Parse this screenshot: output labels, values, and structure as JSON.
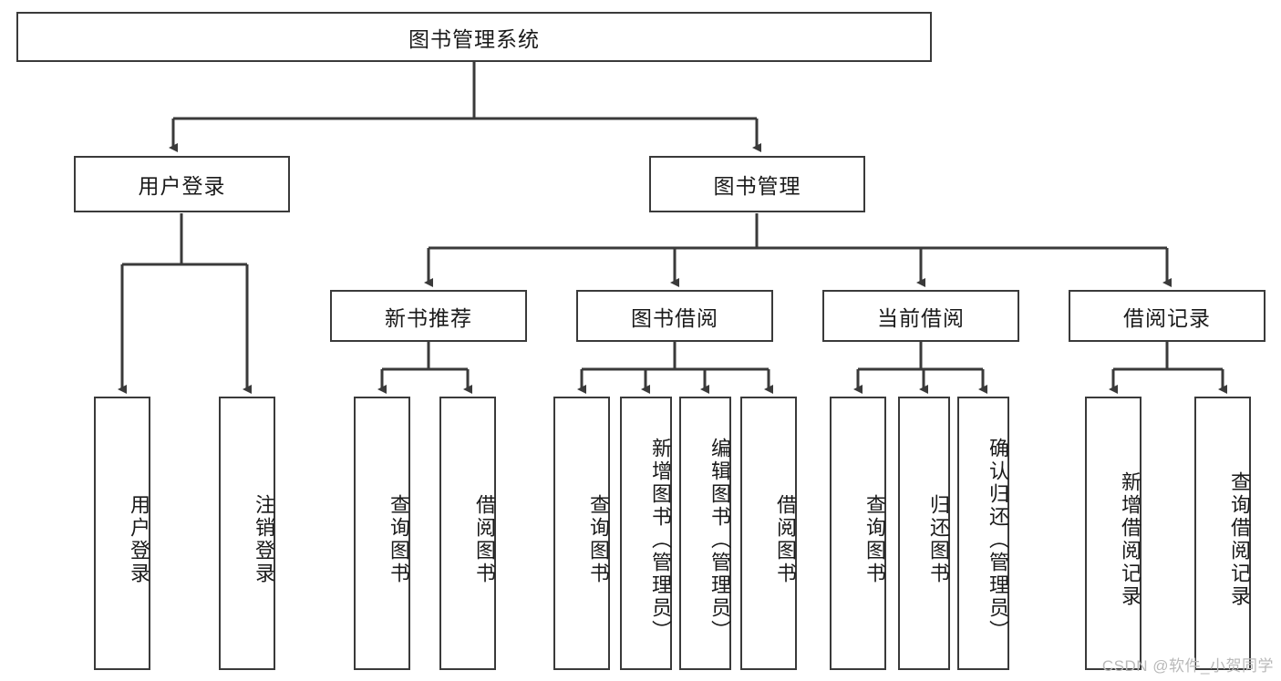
{
  "diagram": {
    "title": "图书管理系统",
    "type": "tree",
    "watermark": "CSDN @软件_小贺同学",
    "colors": {
      "stroke": "#3a3a3a",
      "fill": "#ffffff",
      "text": "#1a1a1a",
      "watermark": "#b9b9b9"
    },
    "root": {
      "label": "图书管理系统"
    },
    "level2": [
      {
        "label": "用户登录"
      },
      {
        "label": "图书管理"
      }
    ],
    "level3": [
      {
        "label": "新书推荐"
      },
      {
        "label": "图书借阅"
      },
      {
        "label": "当前借阅"
      },
      {
        "label": "借阅记录"
      }
    ],
    "leaves": {
      "user_login": [
        {
          "label": "用户登录"
        },
        {
          "label": "注销登录"
        }
      ],
      "new_book": [
        {
          "label": "查询图书"
        },
        {
          "label": "借阅图书"
        }
      ],
      "borrow": [
        {
          "label": "查询图书"
        },
        {
          "label": "新增图书（管理员）"
        },
        {
          "label": "编辑图书（管理员）"
        },
        {
          "label": "借阅图书"
        }
      ],
      "current": [
        {
          "label": "查询图书"
        },
        {
          "label": "归还图书"
        },
        {
          "label": "确认归还（管理员）"
        }
      ],
      "records": [
        {
          "label": "新增借阅记录"
        },
        {
          "label": "查询借阅记录"
        }
      ]
    }
  }
}
